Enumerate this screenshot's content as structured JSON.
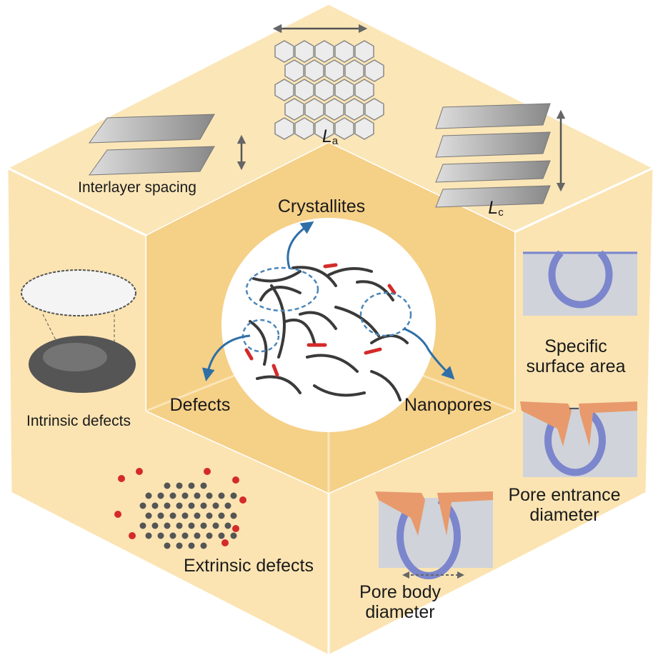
{
  "center": {
    "crystallites": "Crystallites",
    "defects": "Defects",
    "nanopores": "Nanopores"
  },
  "crystallites": {
    "la_symbol": "L",
    "la_sub": "a",
    "lc_symbol": "L",
    "lc_sub": "c",
    "interlayer": "Interlayer spacing"
  },
  "defects": {
    "intrinsic": "Intrinsic defects",
    "extrinsic": "Extrinsic defects"
  },
  "nanopores": {
    "ssa_line1": "Specific",
    "ssa_line2": "surface area",
    "entrance_line1": "Pore entrance",
    "entrance_line2": "diameter",
    "body_line1": "Pore body",
    "body_line2": "diameter"
  },
  "colors": {
    "face": "#fbe4b4",
    "inner": "#f4cf85",
    "arrow": "#2f6fa7",
    "defect": "#d42a2a",
    "pore_ring": "#7b86cc",
    "pore_fill": "#cfd2d8",
    "coating": "#e89a6c"
  }
}
